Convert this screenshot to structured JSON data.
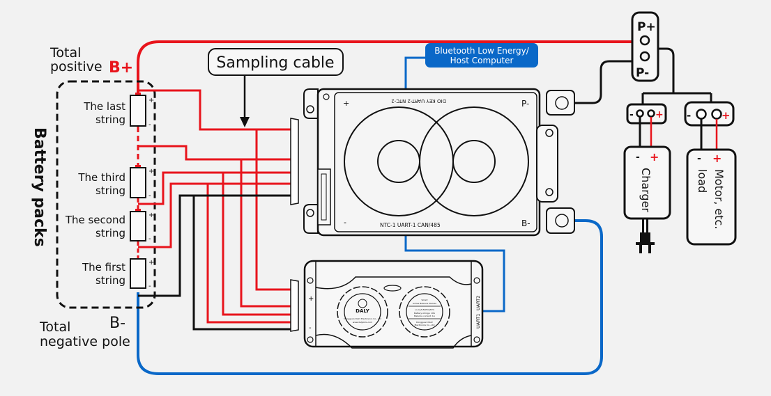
{
  "labels": {
    "total_positive_line1": "Total",
    "total_positive_line2": "positive",
    "b_plus": "B+",
    "total_negative_line1": "Total",
    "total_negative_line2": "negative pole",
    "b_minus": "B-",
    "battery_packs": "Battery packs",
    "sampling_cable": "Sampling cable",
    "bluetooth_line1": "Bluetooth Low Energy/",
    "bluetooth_line2": "Host Computer"
  },
  "strings": [
    {
      "line1": "The last",
      "line2": "string"
    },
    {
      "line1": "The third",
      "line2": "string"
    },
    {
      "line1": "The second",
      "line2": "string"
    },
    {
      "line1": "The first",
      "line2": "string"
    }
  ],
  "bms": {
    "top_ports": "DIO   KEY   UART-2  NTC-2",
    "bottom_ports": "NTC-1  UART-1  CAN/485",
    "plus": "+",
    "minus": "-",
    "p_minus": "P-",
    "b_minus": "B-"
  },
  "balancer": {
    "plus": "+",
    "minus": "-",
    "uart1": "UART1",
    "uart2": "UART2",
    "brand": "DALY",
    "left_fan_text": [
      "Dongguan DALY Electronics Co., Ltd",
      "www.dalybms.com"
    ],
    "right_fan_text": [
      "Smart",
      "Active Balance Module",
      "Li-ion/LiFePO4/LTO",
      "Battery strings: 16S",
      "Balance current: 1A",
      "Dongguan DALY",
      "Electronics Co., Ltd"
    ]
  },
  "output": {
    "p_plus": "P+",
    "p_minus": "P-",
    "charger": "Charger",
    "motor_line1": "Motor, etc.",
    "motor_line2": "load",
    "plus": "+",
    "minus": "-"
  },
  "colors": {
    "positive": "#e8141c",
    "negative": "#111111",
    "comm": "#0a68c8"
  }
}
